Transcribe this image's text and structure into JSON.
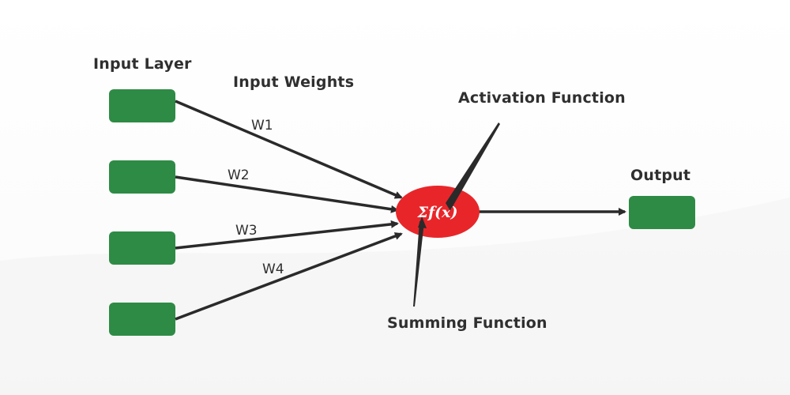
{
  "labels": {
    "input_layer": "Input Layer",
    "input_weights": "Input Weights",
    "activation_function": "Activation Function",
    "summing_function": "Summing Function",
    "output": "Output"
  },
  "weights": [
    "W1",
    "W2",
    "W3",
    "W4"
  ],
  "neuron": {
    "formula": "Σf(x)"
  },
  "colors": {
    "node": "#2e8b45",
    "neuron": "#e8262a",
    "line": "#2a2a2a",
    "text": "#2f2f2f"
  }
}
